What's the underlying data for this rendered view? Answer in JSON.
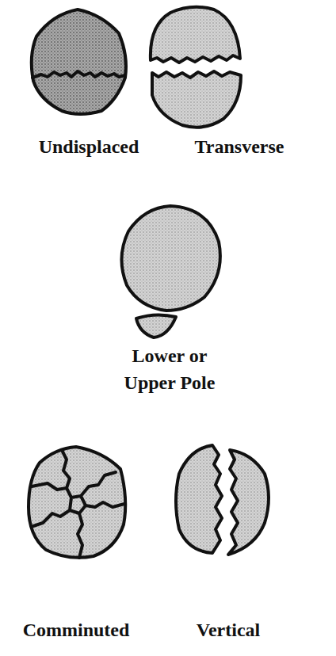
{
  "diagram": {
    "labels": [
      "Undisplaced",
      "Transverse",
      "Lower or Upper Pole",
      "Comminuted",
      "Vertical"
    ]
  }
}
